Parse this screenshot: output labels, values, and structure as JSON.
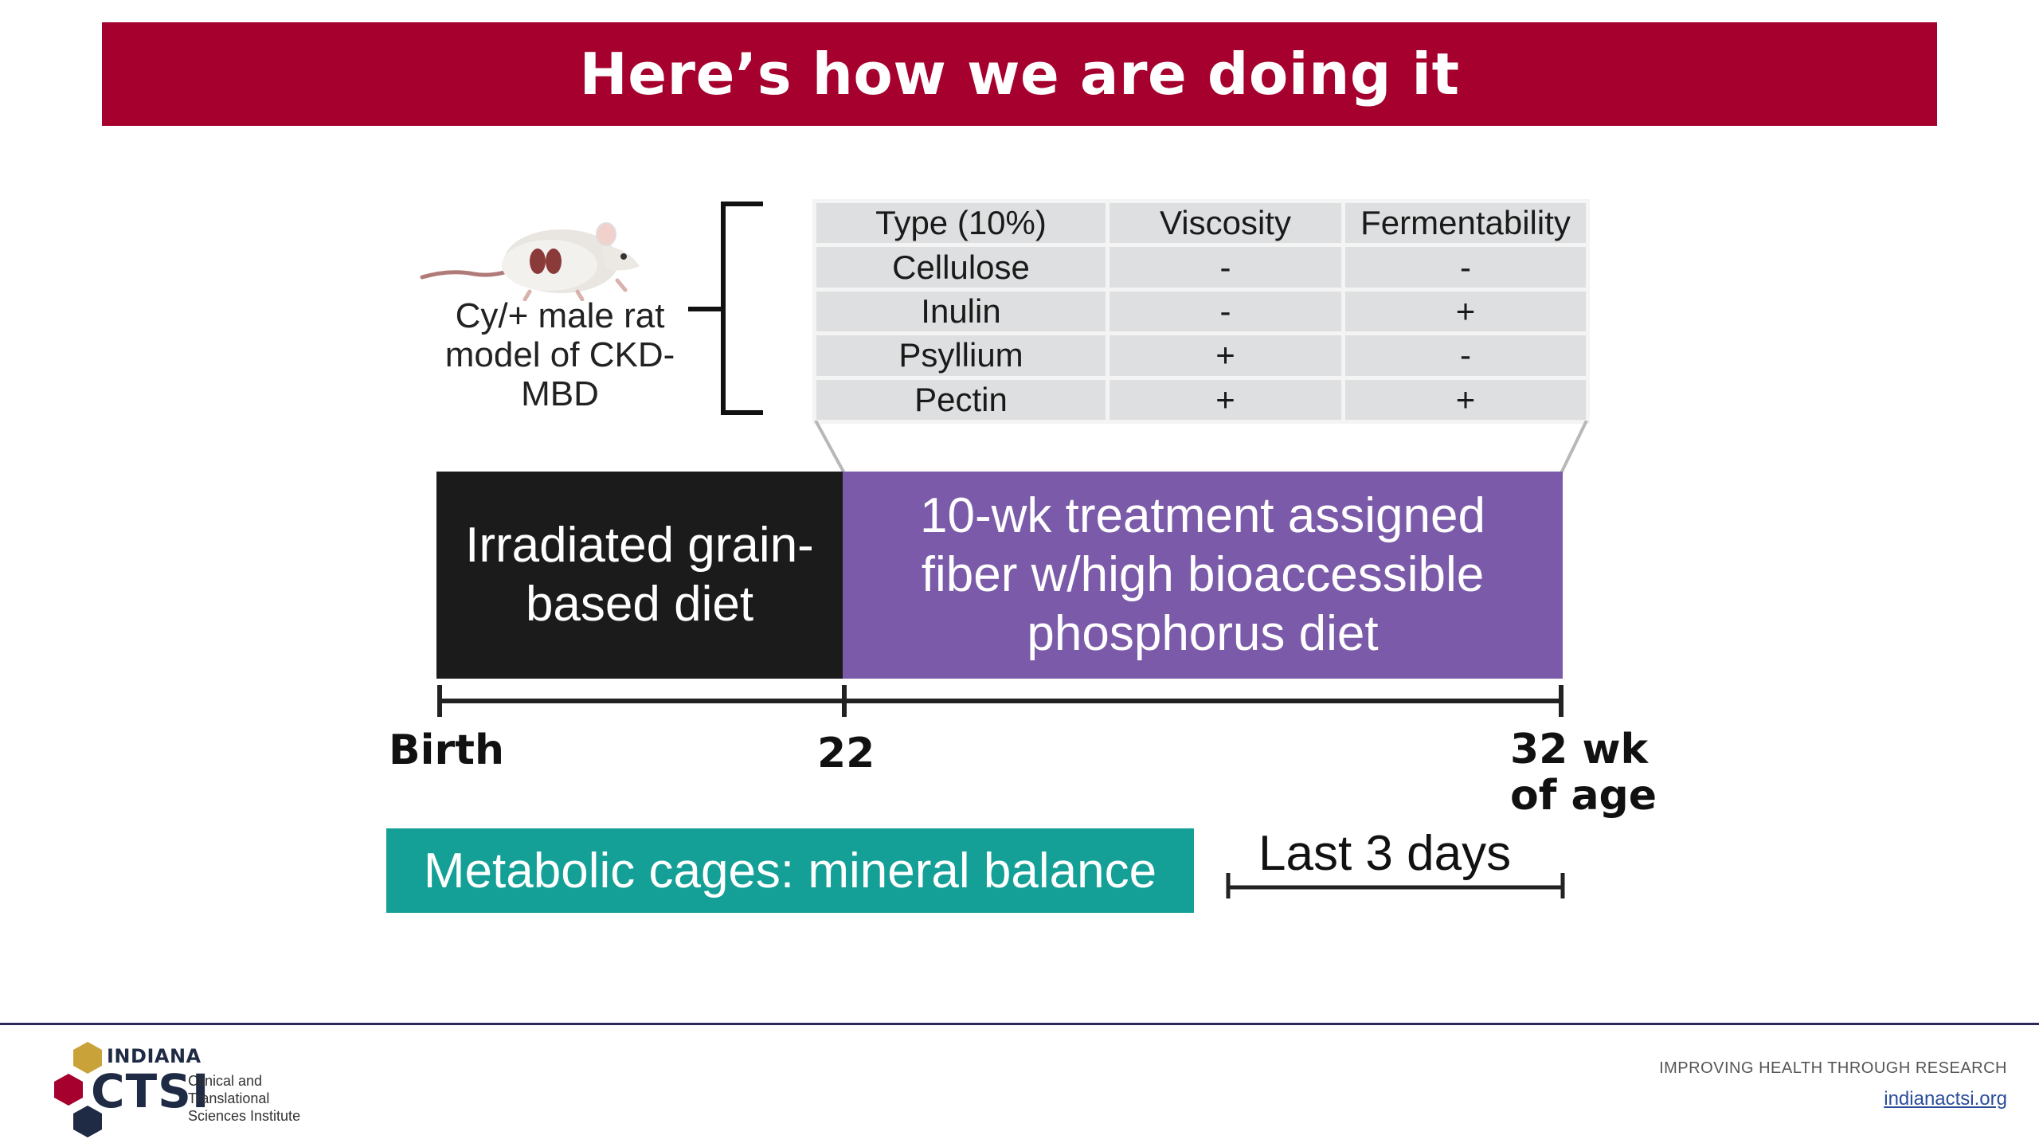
{
  "slide": {
    "title": "Here’s how we are doing it"
  },
  "model": {
    "caption": "Cy/+ male rat model of CKD-MBD"
  },
  "fiber_table": {
    "headers": [
      "Type (10%)",
      "Viscosity",
      "Fermentability"
    ],
    "rows": [
      {
        "type": "Cellulose",
        "viscosity": "-",
        "fermentability": "-"
      },
      {
        "type": "Inulin",
        "viscosity": "-",
        "fermentability": "+"
      },
      {
        "type": "Psyllium",
        "viscosity": "+",
        "fermentability": "-"
      },
      {
        "type": "Pectin",
        "viscosity": "+",
        "fermentability": "+"
      }
    ]
  },
  "timeline": {
    "phase1": "Irradiated grain-based diet",
    "phase2": "10-wk treatment assigned fiber w/high bioaccessible phosphorus diet",
    "tick_birth": "Birth",
    "tick_mid": "22",
    "tick_end_line1": "32 wk",
    "tick_end_line2": "of age"
  },
  "metabolic": {
    "label": "Metabolic cages: mineral balance",
    "period": "Last 3 days"
  },
  "footer": {
    "logo_top": "INDIANA",
    "logo_main": "CTSI",
    "logo_sub_line1": "Clinical and Translational",
    "logo_sub_line2": "Sciences Institute",
    "tagline": "IMPROVING HEALTH THROUGH RESEARCH",
    "link": "indianactsi.org"
  },
  "colors": {
    "title_banner": "#a6002e",
    "phase1": "#1b1b1b",
    "phase2": "#7b5ba9",
    "metabolic": "#14a096",
    "footer_rule": "#2c2a5a"
  }
}
